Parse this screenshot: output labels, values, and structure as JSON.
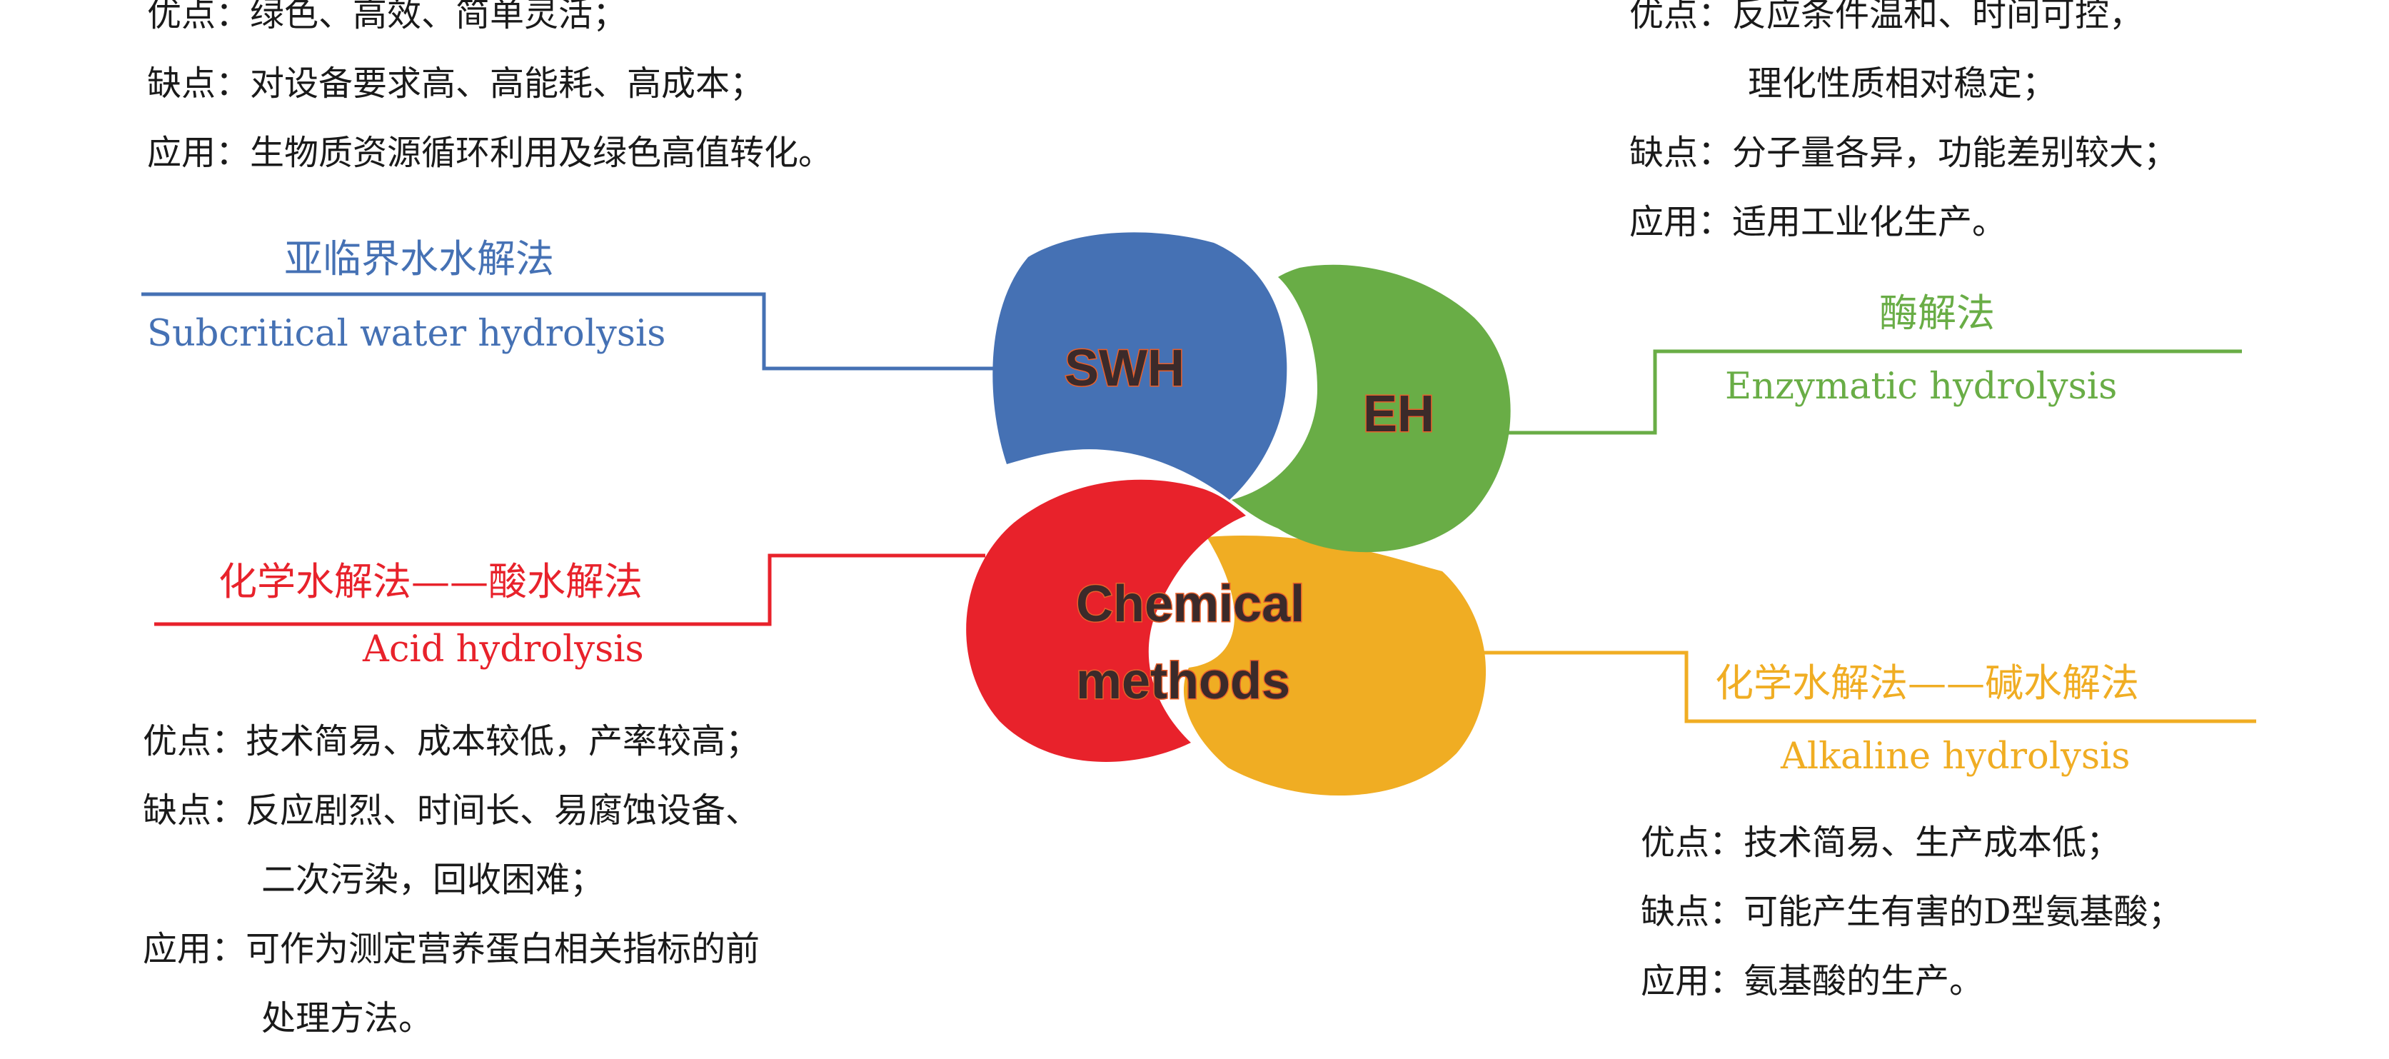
{
  "swh": {
    "title_zh": "亚临界水水解法",
    "title_en": "Subcritical water hydrolysis",
    "abbr": "SWH",
    "color": "#4571b4",
    "pros_label": "优点：",
    "pros": "绿色、高效、简单灵活；",
    "cons_label": "缺点：",
    "cons": "对设备要求高、高能耗、高成本；",
    "app_label": "应用：",
    "app": "生物质资源循环利用及绿色高值转化。"
  },
  "eh": {
    "title_zh": "酶解法",
    "title_en": "Enzymatic hydrolysis",
    "abbr": "EH",
    "color": "#69ad46",
    "pros_label": "优点：",
    "pros_1": "反应条件温和、时间可控，",
    "pros_2": "理化性质相对稳定；",
    "cons_label": "缺点：",
    "cons": "分子量各异，功能差别较大；",
    "app_label": "应用：",
    "app": "适用工业化生产。"
  },
  "acid": {
    "title_zh": "化学水解法——酸水解法",
    "title_en": "Acid hydrolysis",
    "color": "#e8222b",
    "pros_label": "优点：",
    "pros": "技术简易、成本较低，产率较高；",
    "cons_label": "缺点：",
    "cons_1": "反应剧烈、时间长、易腐蚀设备、",
    "cons_2": "二次污染，回收困难；",
    "app_label": "应用：",
    "app_1": "可作为测定营养蛋白相关指标的前",
    "app_2": "处理方法。"
  },
  "alkaline": {
    "title_zh": "化学水解法——碱水解法",
    "title_en": "Alkaline hydrolysis",
    "color": "#f0ad23",
    "pros_label": "优点：",
    "pros": "技术简易、生产成本低；",
    "cons_label": "缺点：",
    "cons": "可能产生有害的D型氨基酸；",
    "app_label": "应用：",
    "app": "氨基酸的生产。"
  },
  "center": {
    "chemical_line1": "Chemical",
    "chemical_line2": "methods"
  }
}
